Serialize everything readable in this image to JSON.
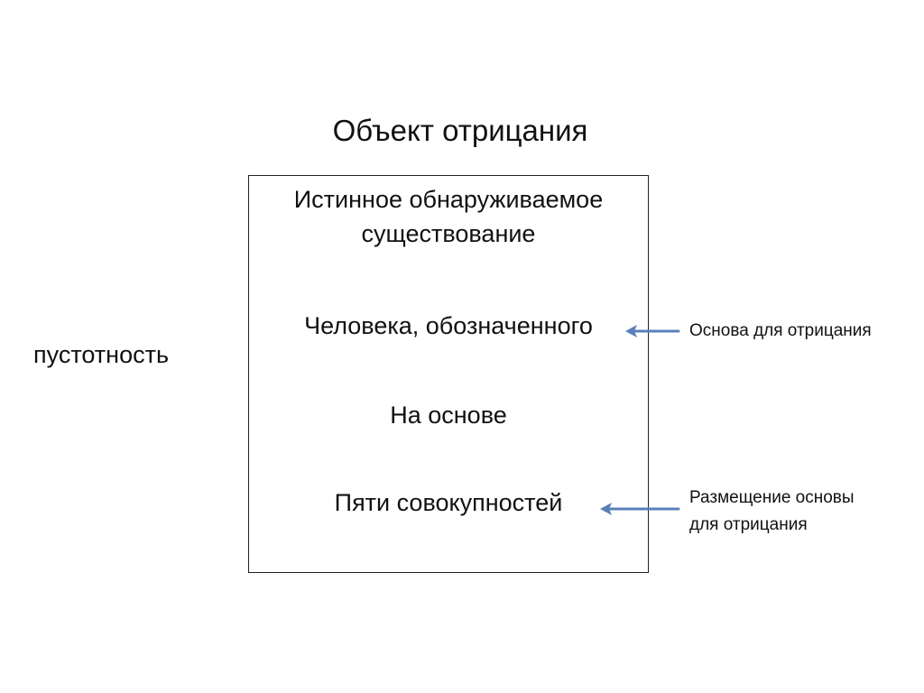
{
  "slide": {
    "title": "Объект отрицания",
    "box": {
      "lines": [
        "Истинное обнаруживаемое\nсуществование",
        "Человека, обозначенного",
        "На основе",
        "Пяти совокупностей"
      ]
    },
    "left_label": "пустотность",
    "notes": [
      {
        "lines": [
          "Основа для отрицания"
        ]
      },
      {
        "lines": [
          "Размещение основы",
          "для отрицания"
        ]
      }
    ],
    "arrow_color": "#5B80B8"
  }
}
